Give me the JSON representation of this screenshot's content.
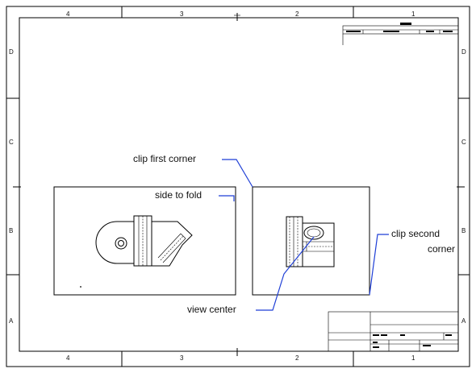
{
  "zones": {
    "columns": [
      "4",
      "3",
      "2",
      "1"
    ],
    "rows": [
      "D",
      "C",
      "B",
      "A"
    ]
  },
  "callouts": {
    "clip_first_corner": "clip first corner",
    "side_to_fold": "side to fold",
    "clip_second_corner_line1": "clip second",
    "clip_second_corner_line2": "corner",
    "view_center": "view center"
  },
  "colors": {
    "callout_line": "#1f3fd6",
    "drawing_line": "#000000"
  }
}
